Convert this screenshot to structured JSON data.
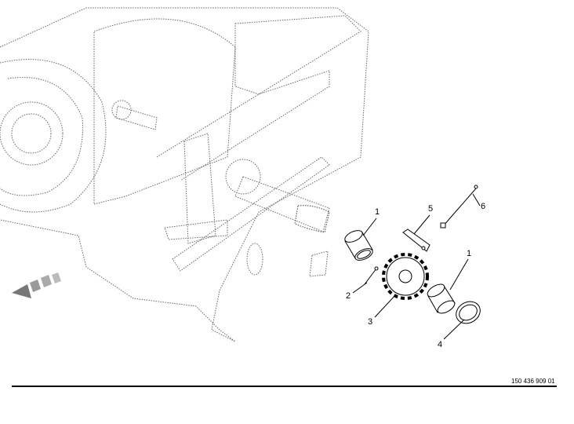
{
  "callouts": [
    "1",
    "2",
    "3",
    "4",
    "5",
    "6",
    "1"
  ],
  "drawing_number": "150 436 909 01"
}
